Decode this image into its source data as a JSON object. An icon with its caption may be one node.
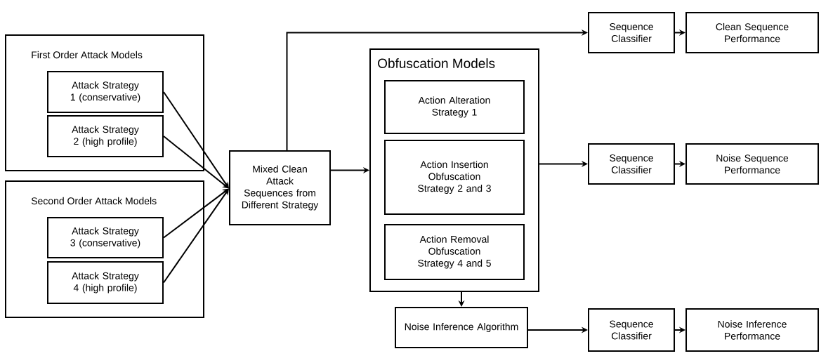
{
  "diagram": {
    "nodes": [
      {
        "text": [
          "First Order Attack Models"
        ]
      },
      {
        "text": [
          "Attack Strategy 1 (conservative)"
        ],
        "in": 0
      },
      {
        "text": [
          "Attack Strategy 2 (high profile)"
        ],
        "in": 0
      },
      {
        "text": [
          "Second Order Attack Models"
        ]
      },
      {
        "text": [
          "Attack Strategy 3 (conservative)"
        ],
        "in": 3
      },
      {
        "text": [
          "Attack Strategy 4 (high profile)"
        ],
        "in": 3
      },
      {
        "text": [
          "Mixed Clean Attack Sequences from Different Strategy"
        ]
      },
      {
        "text": [
          "Obfuscation Models"
        ]
      },
      {
        "text": [
          "Action Alteration Strategy 1"
        ],
        "in": 7
      },
      {
        "text": [
          "Action Insertion Obfuscation Strategy 2 and 3"
        ],
        "in": 7
      },
      {
        "text": [
          "Action Removal Obfuscation Strategy 4 and 5"
        ],
        "in": 7
      },
      {
        "text": [
          "Sequence Classifier"
        ]
      },
      {
        "text": [
          "Clean Sequence Performance"
        ]
      },
      {
        "text": [
          "Sequence Classifier"
        ]
      },
      {
        "text": [
          "Noise Sequence Performance"
        ]
      },
      {
        "text": [
          "Noise Inference Algorithm"
        ]
      },
      {
        "text": [
          "Sequence Classifier"
        ]
      },
      {
        "text": [
          "Noise Inference Performance"
        ]
      }
    ],
    "edges": [
      {
        "from": 1,
        "to": 6,
        "arrow": "to"
      },
      {
        "from": 2,
        "to": 6,
        "arrow": "to"
      },
      {
        "from": 4,
        "to": 6,
        "arrow": "to"
      },
      {
        "from": 5,
        "to": 6,
        "arrow": "to"
      },
      {
        "from": 6,
        "to": 11,
        "arrow": "to"
      },
      {
        "from": 11,
        "to": 12,
        "arrow": "to"
      },
      {
        "from": 6,
        "to": 7,
        "arrow": "to"
      },
      {
        "from": 7,
        "to": 13,
        "arrow": "to"
      },
      {
        "from": 13,
        "to": 14,
        "arrow": "to"
      },
      {
        "from": 7,
        "to": 15,
        "arrow": "to"
      },
      {
        "from": 15,
        "to": 16,
        "arrow": "to"
      },
      {
        "from": 16,
        "to": 17,
        "arrow": "to"
      }
    ]
  }
}
